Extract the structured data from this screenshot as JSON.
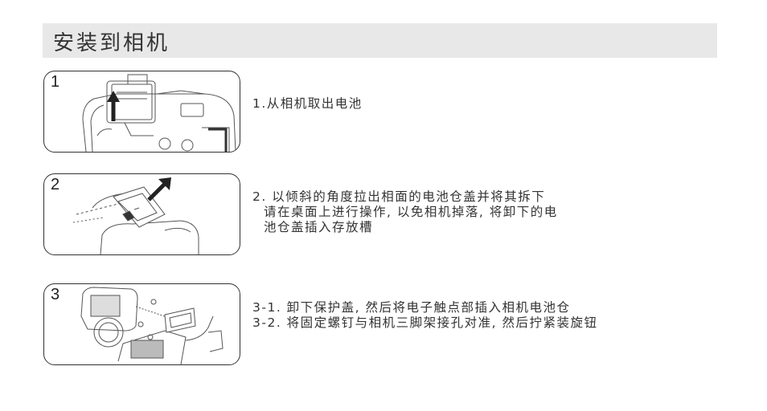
{
  "page": {
    "title": "安装到相机"
  },
  "steps": [
    {
      "number": "1",
      "lines": [
        "1.从相机取出电池"
      ]
    },
    {
      "number": "2",
      "lines": [
        "2. 以倾斜的角度拉出相面的电池仓盖并将其拆下",
        "请在桌面上进行操作, 以免相机掉落, 将卸下的电",
        "池仓盖插入存放槽"
      ]
    },
    {
      "number": "3",
      "lines": [
        "3-1. 卸下保护盖, 然后将电子触点部插入相机电池仓",
        "3-2. 将固定螺钉与相机三脚架接孔对准, 然后拧紧装旋钮"
      ]
    }
  ]
}
